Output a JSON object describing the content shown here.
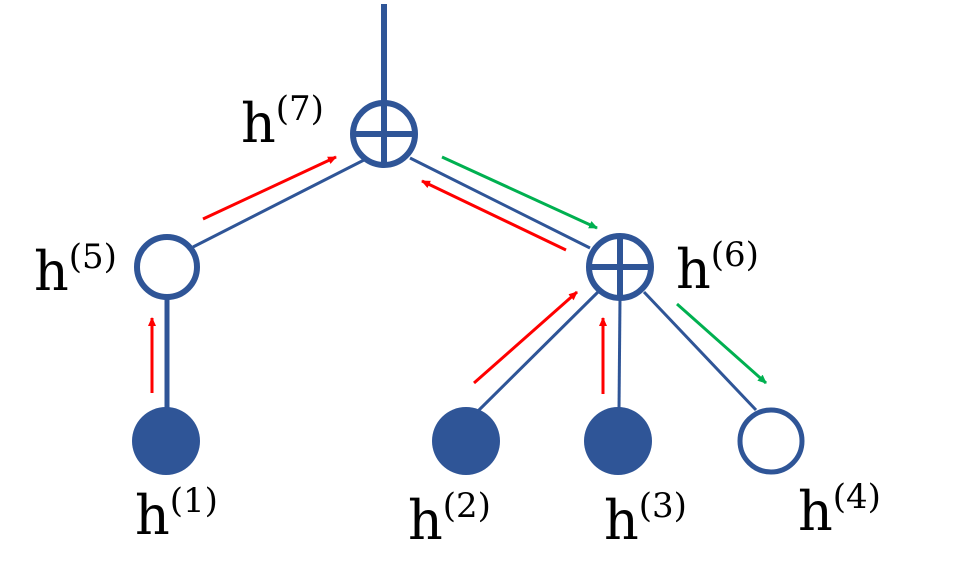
{
  "colors": {
    "tree": "#2f5597",
    "upward_arrow": "#ff0000",
    "downward_arrow": "#00b050",
    "text": "#000000",
    "background": "#ffffff"
  },
  "nodes": [
    {
      "id": "h7",
      "kind": "sum",
      "label_base": "h",
      "label_sup": "(7)"
    },
    {
      "id": "h6",
      "kind": "sum",
      "label_base": "h",
      "label_sup": "(6)"
    },
    {
      "id": "h5",
      "kind": "hollow",
      "label_base": "h",
      "label_sup": "(5)"
    },
    {
      "id": "h1",
      "kind": "filled",
      "label_base": "h",
      "label_sup": "(1)"
    },
    {
      "id": "h2",
      "kind": "filled",
      "label_base": "h",
      "label_sup": "(2)"
    },
    {
      "id": "h3",
      "kind": "filled",
      "label_base": "h",
      "label_sup": "(3)"
    },
    {
      "id": "h4",
      "kind": "hollow",
      "label_base": "h",
      "label_sup": "(4)"
    }
  ],
  "edges": [
    {
      "from": "h7",
      "to": "h5"
    },
    {
      "from": "h7",
      "to": "h6"
    },
    {
      "from": "h5",
      "to": "h1"
    },
    {
      "from": "h6",
      "to": "h2"
    },
    {
      "from": "h6",
      "to": "h3"
    },
    {
      "from": "h6",
      "to": "h4"
    }
  ],
  "message_arrows": [
    {
      "from": "h1",
      "to": "h5",
      "direction": "upward"
    },
    {
      "from": "h5",
      "to": "h7",
      "direction": "upward"
    },
    {
      "from": "h6",
      "to": "h7",
      "direction": "upward"
    },
    {
      "from": "h2",
      "to": "h6",
      "direction": "upward"
    },
    {
      "from": "h3",
      "to": "h6",
      "direction": "upward"
    },
    {
      "from": "h7",
      "to": "h6",
      "direction": "downward"
    },
    {
      "from": "h6",
      "to": "h4",
      "direction": "downward"
    }
  ]
}
